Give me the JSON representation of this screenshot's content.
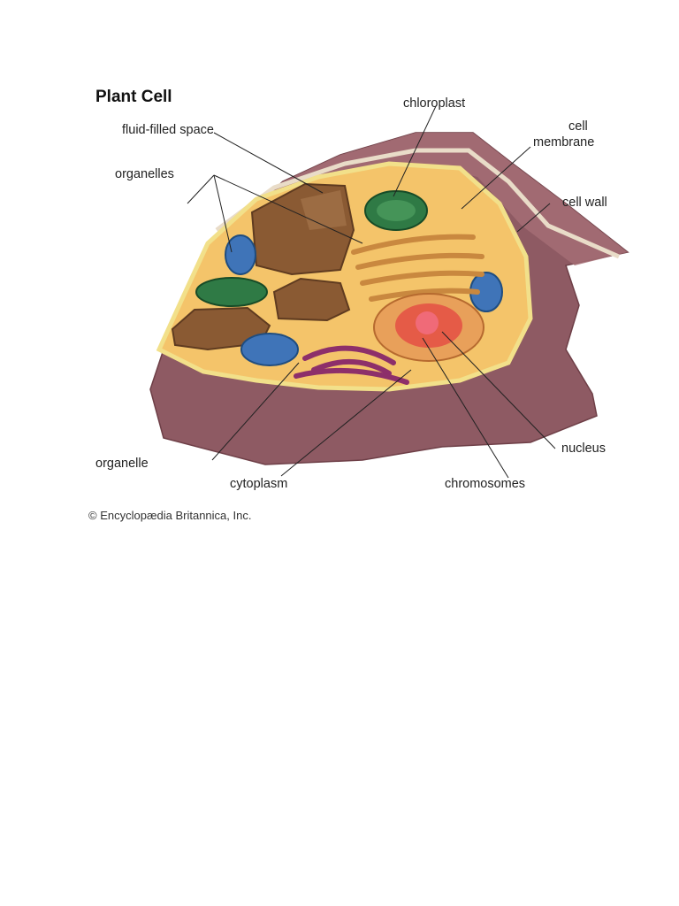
{
  "figure": {
    "title": "Plant Cell",
    "labels": {
      "fluid_filled_space": "fluid-filled space",
      "organelles": "organelles",
      "chloroplast": "chloroplast",
      "cell_membrane_line1": "cell",
      "cell_membrane_line2": "membrane",
      "cell_wall": "cell wall",
      "organelle": "organelle",
      "cytoplasm": "cytoplasm",
      "nucleus": "nucleus",
      "chromosomes": "chromosomes"
    },
    "copyright": "© Encyclopædia Britannica, Inc.",
    "colors": {
      "cell_wall": "#8e5a63",
      "cell_wall_light": "#a46d74",
      "cytoplasm": "#f4c46a",
      "vacuole": "#8a5a33",
      "chloroplast": "#2f7a45",
      "mitochondria": "#3f74b8",
      "golgi": "#8d2f6a",
      "nucleus": "#e55b47",
      "er": "#c9883f"
    }
  }
}
